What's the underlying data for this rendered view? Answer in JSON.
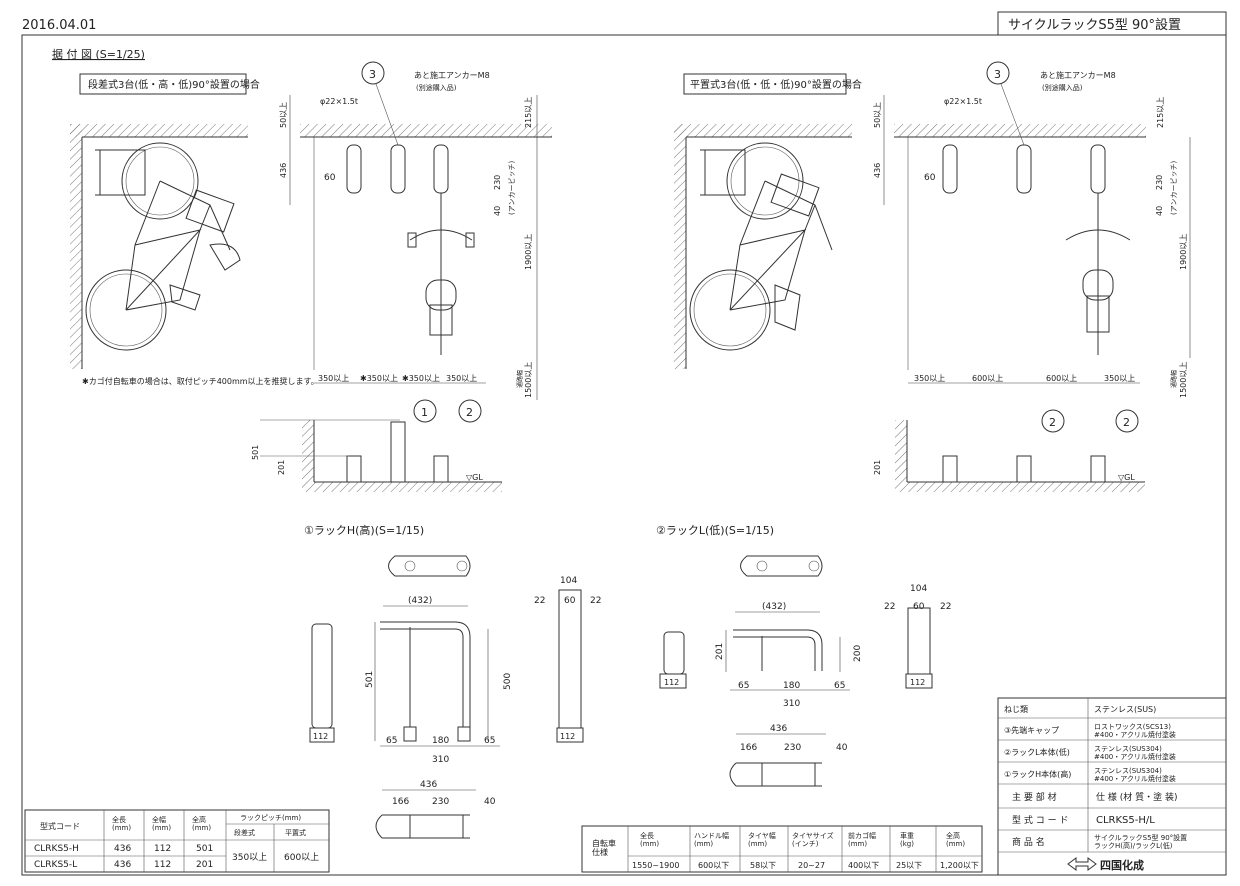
{
  "header": {
    "date": "2016.04.01",
    "title": "サイクルラックS5型 90°設置"
  },
  "install": {
    "heading": "据 付 図 (S=1/25)",
    "left": {
      "label": "段差式3台(低・高・低)90°設置の場合",
      "wall_top": "50以上",
      "side_h": "436",
      "rack_w": "60",
      "pipe": "φ22×1.5t",
      "anchor": "あと施工アンカーM8",
      "anchor_note": "(別途購入品)",
      "top_right": "215以上",
      "d230": "230",
      "d40": "40",
      "anchor_pitch": "(アンカーピッチ)",
      "h1900": "1900以上",
      "h1500": "1500以上",
      "h1500_note": "通路幅",
      "pitches": [
        "350以上",
        "✱350以上",
        "✱350以上",
        "350以上"
      ],
      "note": "✱カゴ付自転車の場合は、取付ピッチ400mm以上を推奨します。",
      "elev_501": "501",
      "elev_201": "201",
      "gl": "▽GL",
      "callout_top": "3",
      "callout_a": "1",
      "callout_b": "2"
    },
    "right": {
      "label": "平置式3台(低・低・低)90°設置の場合",
      "wall_top": "50以上",
      "side_h": "436",
      "rack_w": "60",
      "pipe": "φ22×1.5t",
      "anchor": "あと施工アンカーM8",
      "anchor_note": "(別途購入品)",
      "top_right": "215以上",
      "d230": "230",
      "d40": "40",
      "anchor_pitch": "(アンカーピッチ)",
      "h1900": "1900以上",
      "h1500": "1500以上",
      "h1500_note": "通路幅",
      "pitches": [
        "350以上",
        "600以上",
        "600以上",
        "350以上"
      ],
      "elev_201": "201",
      "gl": "▽GL",
      "callout_top": "3",
      "callout_a": "2",
      "callout_b": "2"
    }
  },
  "rackH": {
    "title": "①ラックH(高)(S=1/15)",
    "w432": "(432)",
    "h501": "501",
    "h500": "500",
    "d65a": "65",
    "d180": "180",
    "d65b": "65",
    "d310": "310",
    "d112a": "112",
    "d112b": "112",
    "d104": "104",
    "d22a": "22",
    "d60": "60",
    "d22b": "22",
    "d436": "436",
    "d166": "166",
    "d230": "230",
    "d40": "40"
  },
  "rackL": {
    "title": "②ラックL(低)(S=1/15)",
    "w432": "(432)",
    "h201": "201",
    "h200": "200",
    "d65a": "65",
    "d180": "180",
    "d65b": "65",
    "d310": "310",
    "d112a": "112",
    "d112b": "112",
    "d104": "104",
    "d22a": "22",
    "d60": "60",
    "d22b": "22",
    "d436": "436",
    "d166": "166",
    "d230": "230",
    "d40": "40"
  },
  "code_table": {
    "h_code": "型式コード",
    "h_len": "全長\n(mm)",
    "h_wid": "全幅\n(mm)",
    "h_hgt": "全高\n(mm)",
    "h_pitch": "ラックピッチ(mm)",
    "h_step": "段差式",
    "h_flat": "平置式",
    "rows": [
      {
        "code": "CLRKS5-H",
        "len": "436",
        "wid": "112",
        "hgt": "501"
      },
      {
        "code": "CLRKS5-L",
        "len": "436",
        "wid": "112",
        "hgt": "201"
      }
    ],
    "step": "350以上",
    "flat": "600以上"
  },
  "bike_table": {
    "label": "自転車\n仕様",
    "headers": [
      "全長\n(mm)",
      "ハンドル幅\n(mm)",
      "タイヤ幅\n(mm)",
      "タイヤサイズ\n(インチ)",
      "前カゴ幅\n(mm)",
      "車重\n(kg)",
      "全高\n(mm)"
    ],
    "values": [
      "1550~1900",
      "600以下",
      "58以下",
      "20~27",
      "400以下",
      "25以下",
      "1,200以下"
    ]
  },
  "parts": {
    "rows": [
      {
        "name": "ねじ類",
        "spec": "ステンレス(SUS)"
      },
      {
        "name": "③先端キャップ",
        "spec": "ロストワックス(SCS13)\n#400・アクリル焼付塗装"
      },
      {
        "name": "②ラックL本体(低)",
        "spec": "ステンレス(SUS304)\n#400・アクリル焼付塗装"
      },
      {
        "name": "①ラックH本体(高)",
        "spec": "ステンレス(SUS304)\n#400・アクリル焼付塗装"
      },
      {
        "name": "主 要 部 材",
        "spec": "仕 様 (材 質・塗 装)"
      },
      {
        "name": "型 式 コ ー ド",
        "spec": "CLRKS5-H/L"
      },
      {
        "name": "商 品 名",
        "spec": "サイクルラックS5型 90°設置\nラックH(高)/ラックL(低)"
      }
    ],
    "maker": "四国化成"
  }
}
